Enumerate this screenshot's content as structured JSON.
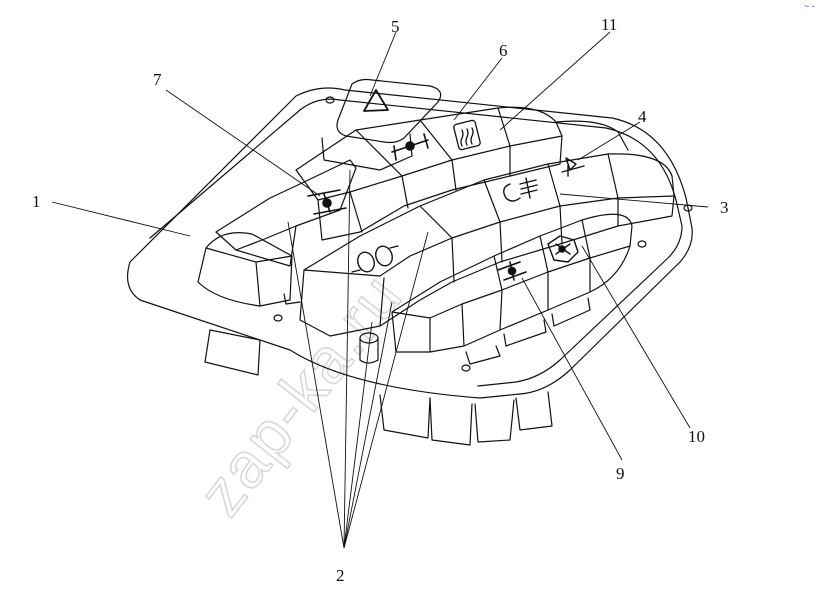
{
  "watermark": "zap-ka.ru",
  "corner_mark": "~ -",
  "callouts": {
    "c1": "1",
    "c2": "2",
    "c3": "3",
    "c4": "4",
    "c5": "5",
    "c6": "6",
    "c7": "7",
    "c9": "9",
    "c10": "10",
    "c11": "11"
  },
  "icons": {
    "hazard": "hazard-triangle-icon",
    "rear-defrost": "rear-window-heater-icon",
    "diff-lock-interaxle": "differential-lock-icon",
    "diff-lock-cross": "cross-axle-lock-icon",
    "fog-light": "fog-light-icon",
    "beacon": "beacon-icon",
    "glow": "glow-plug-icon",
    "front-axle": "front-axle-drive-icon",
    "all-wheel": "all-wheel-drive-icon"
  }
}
